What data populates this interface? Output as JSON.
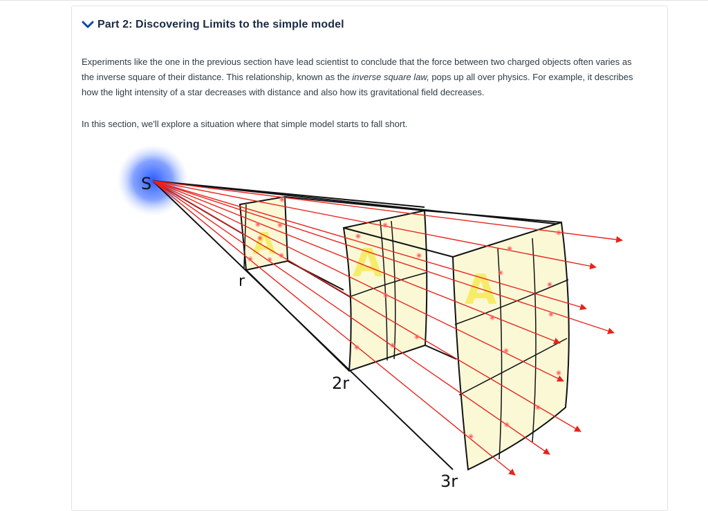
{
  "section": {
    "title": "Part 2: Discovering Limits to the simple model",
    "toggle_icon": "chevron-down-icon",
    "accent_color": "#0d47a1"
  },
  "content": {
    "p1_before": "Experiments like the one in the previous section have lead scientist to conclude that the force between two charged objects often varies as the inverse square of their distance.  This relationship, known as the ",
    "p1_italic": "inverse square law,",
    "p1_after": " pops up all over physics.  For example, it describes how the light intensity of a star decreases with distance and also how its gravitational field decreases.",
    "p2": "In this section, we'll explore a situation where that simple model starts to fall short."
  },
  "figure": {
    "source_label": "S",
    "distance_labels": [
      "r",
      "2r",
      "3r"
    ],
    "area_label": "A",
    "ray_color": "#e8231b",
    "panel_fill": "#fbf8d6",
    "glow_color": "#3b6cff"
  }
}
